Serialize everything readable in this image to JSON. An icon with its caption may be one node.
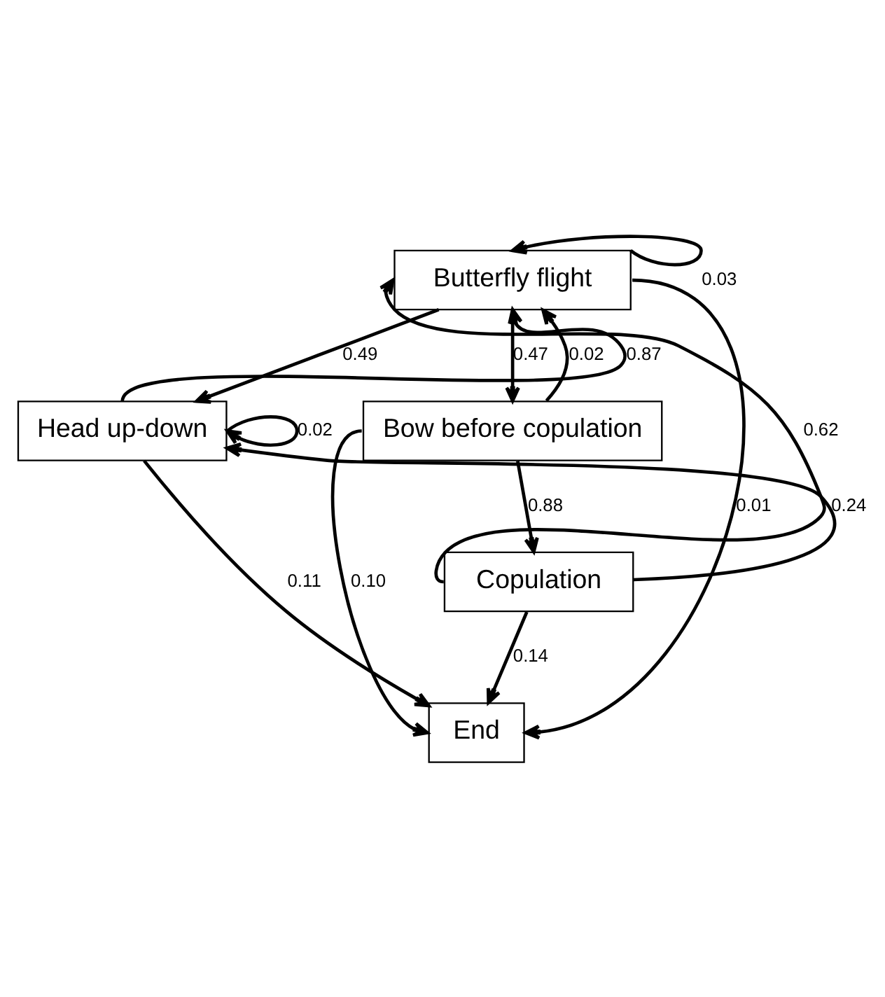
{
  "diagram": {
    "nodes": [
      {
        "text": [
          "Butterfly flight"
        ]
      },
      {
        "text": [
          "Bow before copulation"
        ]
      },
      {
        "text": [
          "Head up-down"
        ]
      },
      {
        "text": [
          "Copulation"
        ]
      },
      {
        "text": [
          "End"
        ]
      }
    ],
    "edges": [
      {
        "from": 0,
        "to": 0,
        "arrow": "to",
        "label": "0.03"
      },
      {
        "from": 0,
        "to": 1,
        "arrow": "to",
        "label": "0.47"
      },
      {
        "from": 1,
        "to": 0,
        "arrow": "to",
        "label": "0.02"
      },
      {
        "from": 0,
        "to": 2,
        "arrow": "to",
        "label": "0.49"
      },
      {
        "from": 2,
        "to": 0,
        "arrow": "to",
        "label": "0.87"
      },
      {
        "from": 2,
        "to": 2,
        "arrow": "to",
        "label": "0.02"
      },
      {
        "from": 1,
        "to": 3,
        "arrow": "to",
        "label": "0.88"
      },
      {
        "from": 3,
        "to": 2,
        "arrow": "to",
        "label": "0.24"
      },
      {
        "from": 3,
        "to": 0,
        "arrow": "to",
        "label": "0.62"
      },
      {
        "from": 1,
        "to": 4,
        "arrow": "to",
        "label": "0.10"
      },
      {
        "from": 3,
        "to": 4,
        "arrow": "to",
        "label": "0.14"
      },
      {
        "from": 2,
        "to": 4,
        "arrow": "to",
        "label": "0.11"
      },
      {
        "from": 0,
        "to": 4,
        "arrow": "to",
        "label": "0.01"
      }
    ]
  }
}
